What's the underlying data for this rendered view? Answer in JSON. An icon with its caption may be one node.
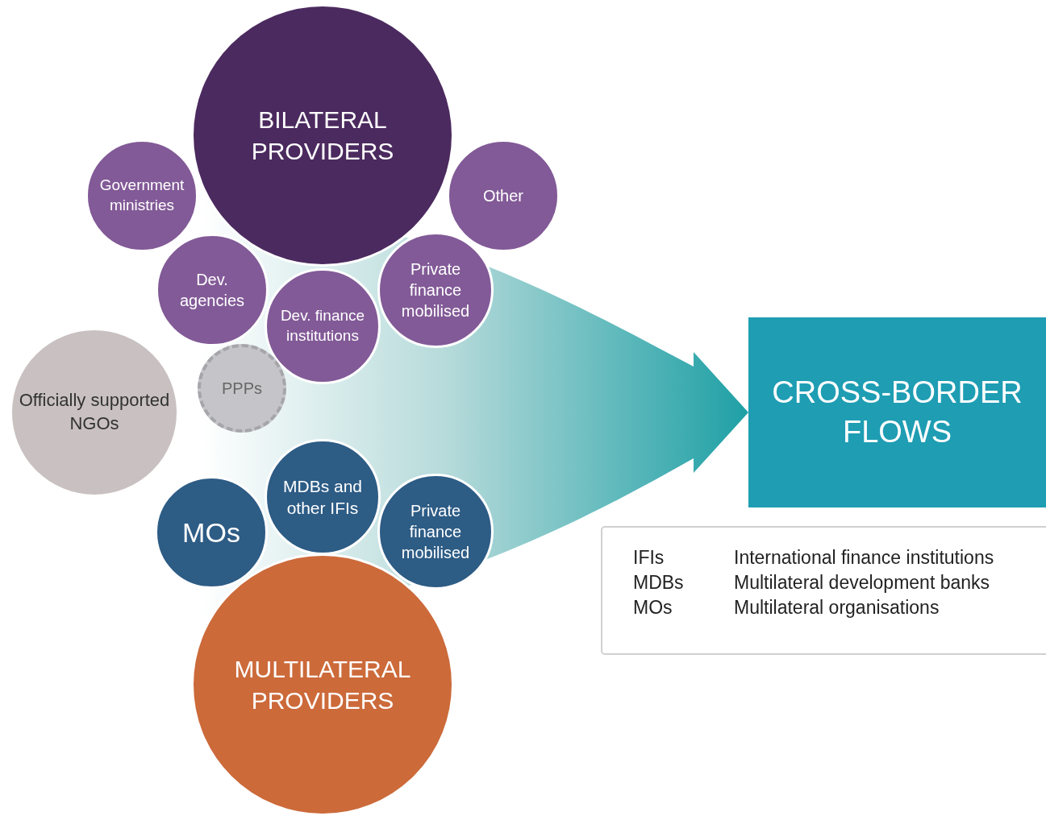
{
  "diagram": {
    "nodes": [
      {
        "text": [
          "BILATERAL PROVIDERS"
        ]
      },
      {
        "text": [
          "Government ministries"
        ]
      },
      {
        "text": [
          "Other"
        ]
      },
      {
        "text": [
          "Dev. agencies"
        ]
      },
      {
        "text": [
          "Dev. finance institutions"
        ]
      },
      {
        "text": [
          "Private finance mobilised"
        ]
      },
      {
        "text": [
          "Officially supported NGOs"
        ]
      },
      {
        "text": [
          "PPPs"
        ]
      },
      {
        "text": [
          "MDBs and other IFIs"
        ]
      },
      {
        "text": [
          "MOs"
        ]
      },
      {
        "text": [
          "Private finance mobilised"
        ]
      },
      {
        "text": [
          "MULTILATERAL PROVIDERS"
        ]
      },
      {
        "text": [
          "CROSS-BORDER FLOWS"
        ]
      }
    ],
    "edges": [
      {
        "from": null,
        "to": 12,
        "arrow": "to"
      }
    ],
    "labels": [
      "IFIs",
      "International finance institutions",
      "MDBs",
      "Multilateral development banks",
      "MOs",
      "Multilateral organisations"
    ]
  }
}
